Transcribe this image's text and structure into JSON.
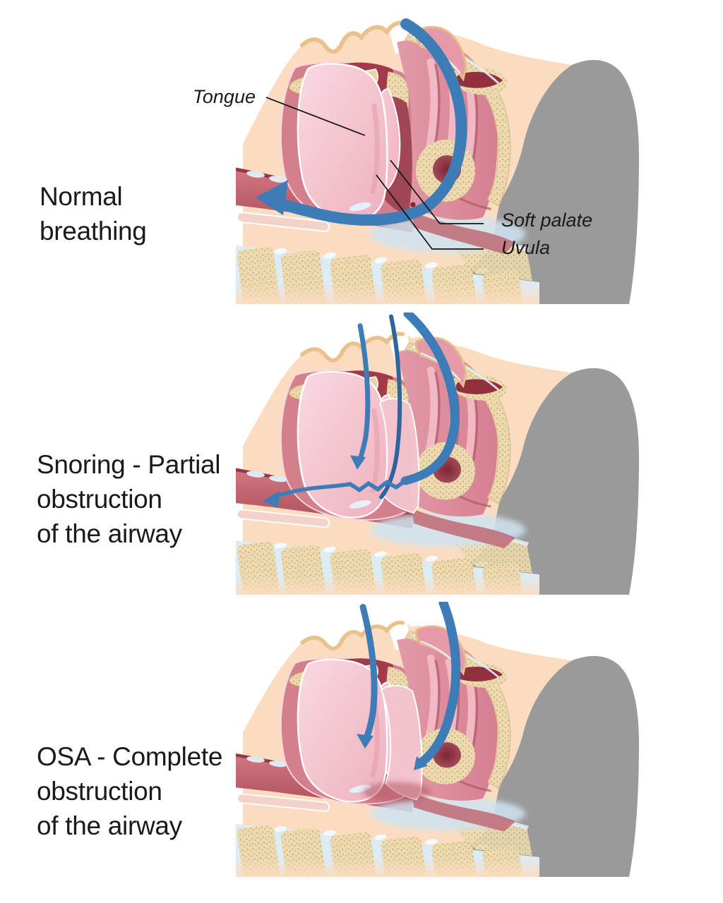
{
  "figure": {
    "title_context": "Obstructive sleep apnea stages illustration",
    "panels": [
      {
        "id": "normal",
        "caption_lines": [
          "Normal",
          "breathing"
        ]
      },
      {
        "id": "snoring",
        "caption_lines": [
          "Snoring - Partial",
          "obstruction",
          "of the airway"
        ]
      },
      {
        "id": "osa",
        "caption_lines": [
          "OSA - Complete",
          "obstruction",
          "of the airway"
        ]
      }
    ],
    "annotations": {
      "tongue": "Tongue",
      "soft_palate": "Soft palate",
      "uvula": "Uvula"
    },
    "colors": {
      "label_color": "#1a1a1a",
      "head_gray": "#9a9a9a",
      "skin": "#fbdcc1",
      "arrow_blue": "#3e7cb7",
      "arrow_blue_dark": "#2f659e",
      "tongue_pink": "#f3c3cd",
      "tissue_rose": "#d4808c",
      "deep_red": "#a23a4b",
      "airway_red": "#a84b58",
      "bone_tan": "#ecdaae",
      "highlight_blue": "#dcecf5",
      "leader_line": "#151515"
    }
  }
}
